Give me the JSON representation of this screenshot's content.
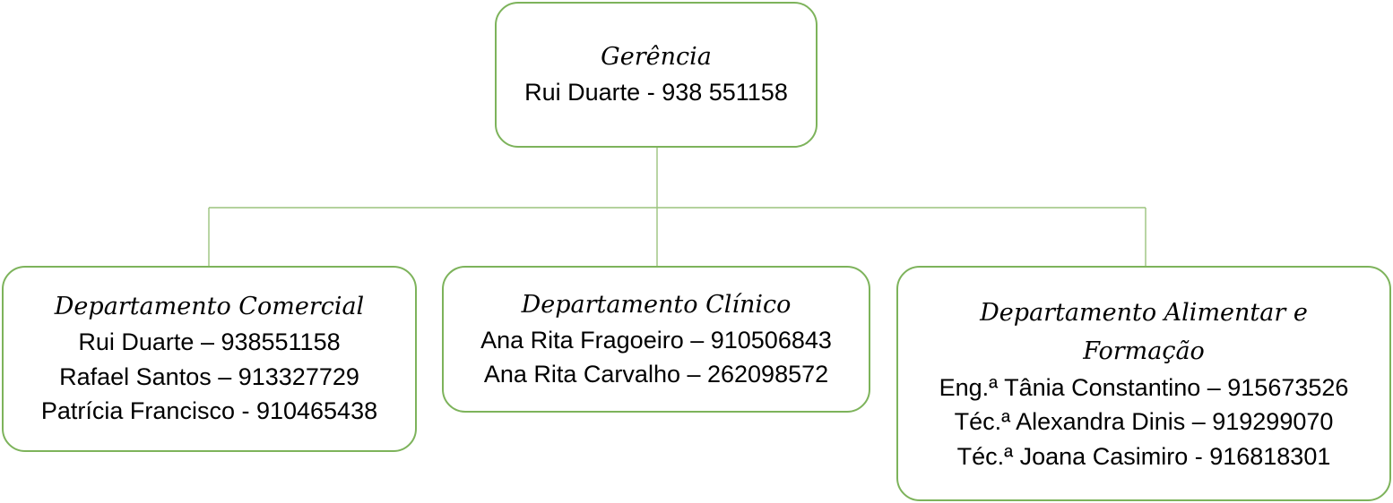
{
  "chart": {
    "root": {
      "title": "Gerência",
      "members": [
        "Rui Duarte - 938 551158"
      ]
    },
    "departments": [
      {
        "title": "Departamento Comercial",
        "members": [
          "Rui Duarte – 938551158",
          "Rafael Santos – 913327729",
          "Patrícia Francisco - 910465438"
        ]
      },
      {
        "title": "Departamento Clínico",
        "members": [
          "Ana Rita Fragoeiro – 910506843",
          "Ana Rita Carvalho – 262098572"
        ]
      },
      {
        "title_lines": [
          "Departamento Alimentar e",
          "Formação"
        ],
        "members": [
          "Eng.ª Tânia Constantino – 915673526",
          "Téc.ª Alexandra Dinis – 919299070",
          "Téc.ª Joana Casimiro - 916818301"
        ]
      }
    ]
  },
  "colors": {
    "box_border": "#7db35b",
    "connector": "#9bc37d"
  }
}
